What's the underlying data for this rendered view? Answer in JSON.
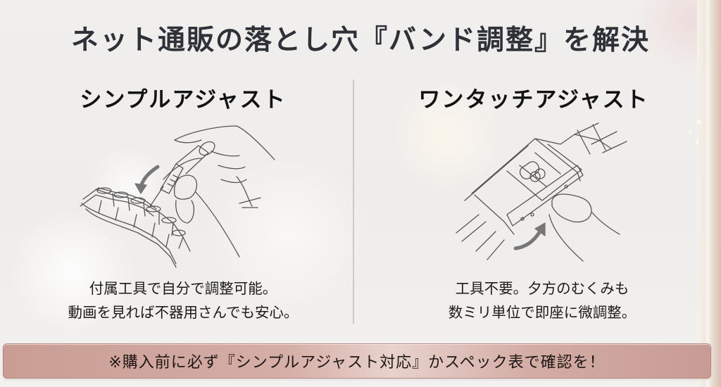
{
  "header": {
    "title": "ネット通販の落とし穴『バンド調整』を解決"
  },
  "columns": [
    {
      "title": "シンプルアジャスト",
      "illustration": "screwdriver-band-adjust-illustration",
      "description_lines": [
        "付属工具で自分で調整可能。",
        "動画を見れば不器用さんでも安心。"
      ]
    },
    {
      "title": "ワンタッチアジャスト",
      "illustration": "clasp-slide-adjust-illustration",
      "description_lines": [
        "工具不要。夕方のむくみも",
        "数ミリ単位で即座に微調整。"
      ]
    }
  ],
  "banner": {
    "text": "※購入前に必ず『シンプルアジャスト対応』かスペック表で確認を！",
    "color": "#d3aca4"
  },
  "colors": {
    "background": "#f0eeec",
    "title_text": "#2e3238",
    "divider": "#cfc9c0",
    "banner_border": "#b68a82"
  }
}
